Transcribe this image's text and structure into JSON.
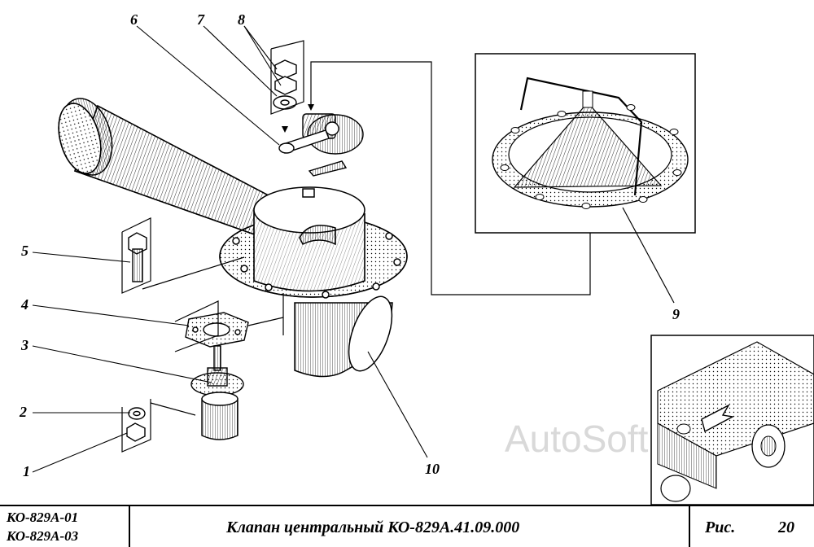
{
  "callouts": {
    "c1": "1",
    "c2": "2",
    "c3": "3",
    "c4": "4",
    "c5": "5",
    "c6": "6",
    "c7": "7",
    "c8": "8",
    "c9": "9",
    "c10": "10"
  },
  "watermark": "AutoSoft",
  "title_block": {
    "model_line_1": "КО-829А-01",
    "model_line_2": "КО-829А-03",
    "title": "Клапан центральный КО-829А.41.09.000",
    "figure_label": "Рис.",
    "figure_number": "20"
  }
}
